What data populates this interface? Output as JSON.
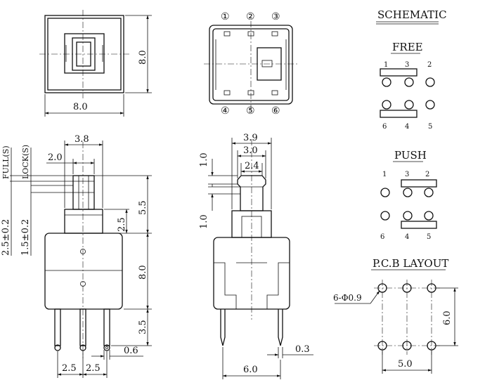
{
  "schematic": {
    "title": "SCHEMATIC",
    "free": {
      "title": "FREE",
      "labels": [
        "1",
        "3",
        "2",
        "6",
        "4",
        "5"
      ]
    },
    "push": {
      "title": "PUSH",
      "labels": [
        "1",
        "3",
        "2",
        "6",
        "4",
        "5"
      ]
    },
    "pcb": {
      "title": "P.C.B LAYOUT",
      "hole": "6-Φ0.9",
      "width": "5.0",
      "height": "6.0"
    }
  },
  "top_view": {
    "width": "8.0",
    "height": "8.0"
  },
  "bottom_view": {
    "pins": [
      "①",
      "②",
      "③",
      "④",
      "⑤",
      "⑥"
    ]
  },
  "front_view": {
    "full": "FULL(S)",
    "lock": "LOCK(S)",
    "top_width": "3.8",
    "stem_width": "2.0",
    "stroke_full": "2.5±0.2",
    "stroke_lock": "1.5±0.2",
    "total_top": "5.5",
    "collar": "2.5",
    "body": "8.0",
    "pin_len": "3.5",
    "pin_dia": "0.6",
    "pitch1": "2.5",
    "pitch2": "2.5"
  },
  "side_view": {
    "w_outer": "3.9",
    "w_mid": "3.0",
    "w_inner": "2.4",
    "h_top": "1.0",
    "h_bottom": "1.0",
    "pin_thk": "0.3",
    "pitch": "6.0"
  }
}
